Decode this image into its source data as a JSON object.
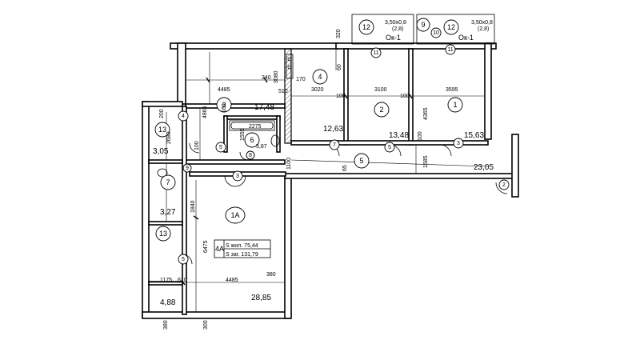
{
  "rooms": {
    "r1": {
      "num": "1",
      "area": "15,63"
    },
    "r2": {
      "num": "2",
      "area": "13,48"
    },
    "r3": {
      "num": "3",
      "area": "17,48"
    },
    "r4": {
      "num": "4"
    },
    "r5": {
      "num": "5",
      "area": "23,05"
    },
    "r6": {
      "num": "6",
      "area": "5,87"
    },
    "r7": {
      "num": "7",
      "area": "3,27"
    },
    "r1a": {
      "num": "1А",
      "area": "28,85"
    },
    "r13a": {
      "num": "13",
      "area": "3,05"
    },
    "r13b": {
      "num": "13",
      "area": "4,88"
    },
    "r12a": {
      "num": "12"
    },
    "r12b": {
      "num": "12"
    },
    "r9": {
      "num": "9"
    },
    "r10": {
      "num": "10"
    },
    "r4_area": "12,63"
  },
  "windows": {
    "size_a": "3,50х0,8",
    "sub_a": "(2,8)",
    "label_a": "Ок-1",
    "size_b": "3,50х0,8",
    "sub_b": "(2,8)",
    "label_b": "Ок-1"
  },
  "apartment": {
    "code": "4А",
    "living": "S жил.  75,44",
    "total": "S заг.  131,79"
  },
  "markers": {
    "m11a": "11",
    "m11b": "11",
    "m9": "9",
    "m10": "10",
    "m5a": "5",
    "m5b": "5",
    "m5c": "5",
    "m7a": "7",
    "m7b": "7",
    "m3a": "3",
    "m3b": "3",
    "m4": "4",
    "m2": "2",
    "m8": "8",
    "m9b": "9",
    "m3c": "3"
  },
  "dims": {
    "d320": "320",
    "d60": "60",
    "d4485a": "4485",
    "d340": "340",
    "d3080": "3080",
    "d170": "170",
    "d3020": "3020",
    "d3100": "3100",
    "d3595": "3595",
    "d100a": "100",
    "d100b": "100",
    "d4365": "4365",
    "d4865": "4865",
    "d200": "200",
    "d2680": "2680",
    "d2275": "2275",
    "d1555": "1555",
    "d100c": "100",
    "d100d": "100",
    "d65": "65",
    "d1585": "1585",
    "d1100": "1100",
    "d1840": "1840",
    "d6475": "6475",
    "d1175": "1175",
    "d610": "610",
    "d4485b": "4485",
    "d380a": "380",
    "d380b": "380",
    "d300": "300",
    "d510": "510",
    "d160": "160"
  }
}
